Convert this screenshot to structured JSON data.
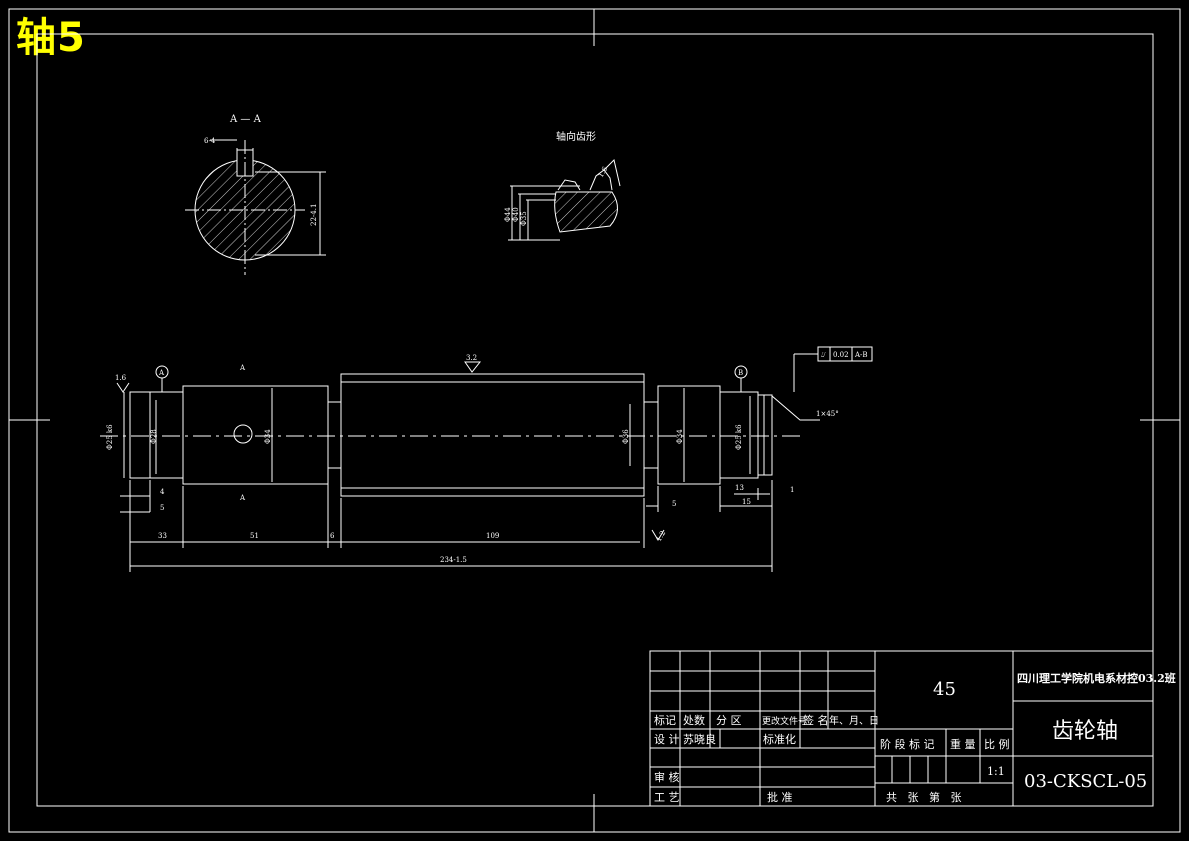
{
  "sheet_title": "轴5",
  "views": {
    "section_label": "A — A",
    "section_key_dim": "6-4",
    "section_dia_dim": "22-4.1",
    "tooth_profile_label": "轴向齿形",
    "tooth_roughness": "1.6",
    "tooth_dims": [
      "Φ44",
      "Φ40",
      "Φ35"
    ]
  },
  "main_view": {
    "datum_a": "A",
    "datum_b": "B",
    "section_mark": "A",
    "roughness_left": "1.6",
    "roughness_top": "3.2",
    "roughness_right": "1.2",
    "tolerance_symbol": "⌰",
    "tolerance_value": "0.02",
    "tolerance_datum": "A-B",
    "chamfer": "1×45°",
    "diameters_left": [
      "Φ25 k6",
      "Φ28",
      "Φ34"
    ],
    "diameters_right": [
      "Φ36",
      "Φ34",
      "Φ25 k6"
    ],
    "length_dims": [
      "4",
      "5",
      "33",
      "51",
      "6",
      "109",
      "5",
      "13",
      "1",
      "15"
    ],
    "total_length": "234-1.5"
  },
  "title_block": {
    "material": "45",
    "institution": "四川理工学院机电系材控03.2班",
    "part_name": "齿轮轴",
    "drawing_number": "03-CKSCL-05",
    "scale": "1:1",
    "header_cells": [
      "标记",
      "处数",
      "分 区",
      "更改文件号",
      "签 名",
      "年、月、日"
    ],
    "design_label": "设 计",
    "designer": "苏晓良",
    "standardize_label": "标准化",
    "stage_label": "阶 段 标 记",
    "weight_label": "重 量",
    "scale_label": "比 例",
    "review_label": "审 核",
    "process_label": "工 艺",
    "approve_label": "批 准",
    "sheets_text": "共   张   第   张"
  }
}
